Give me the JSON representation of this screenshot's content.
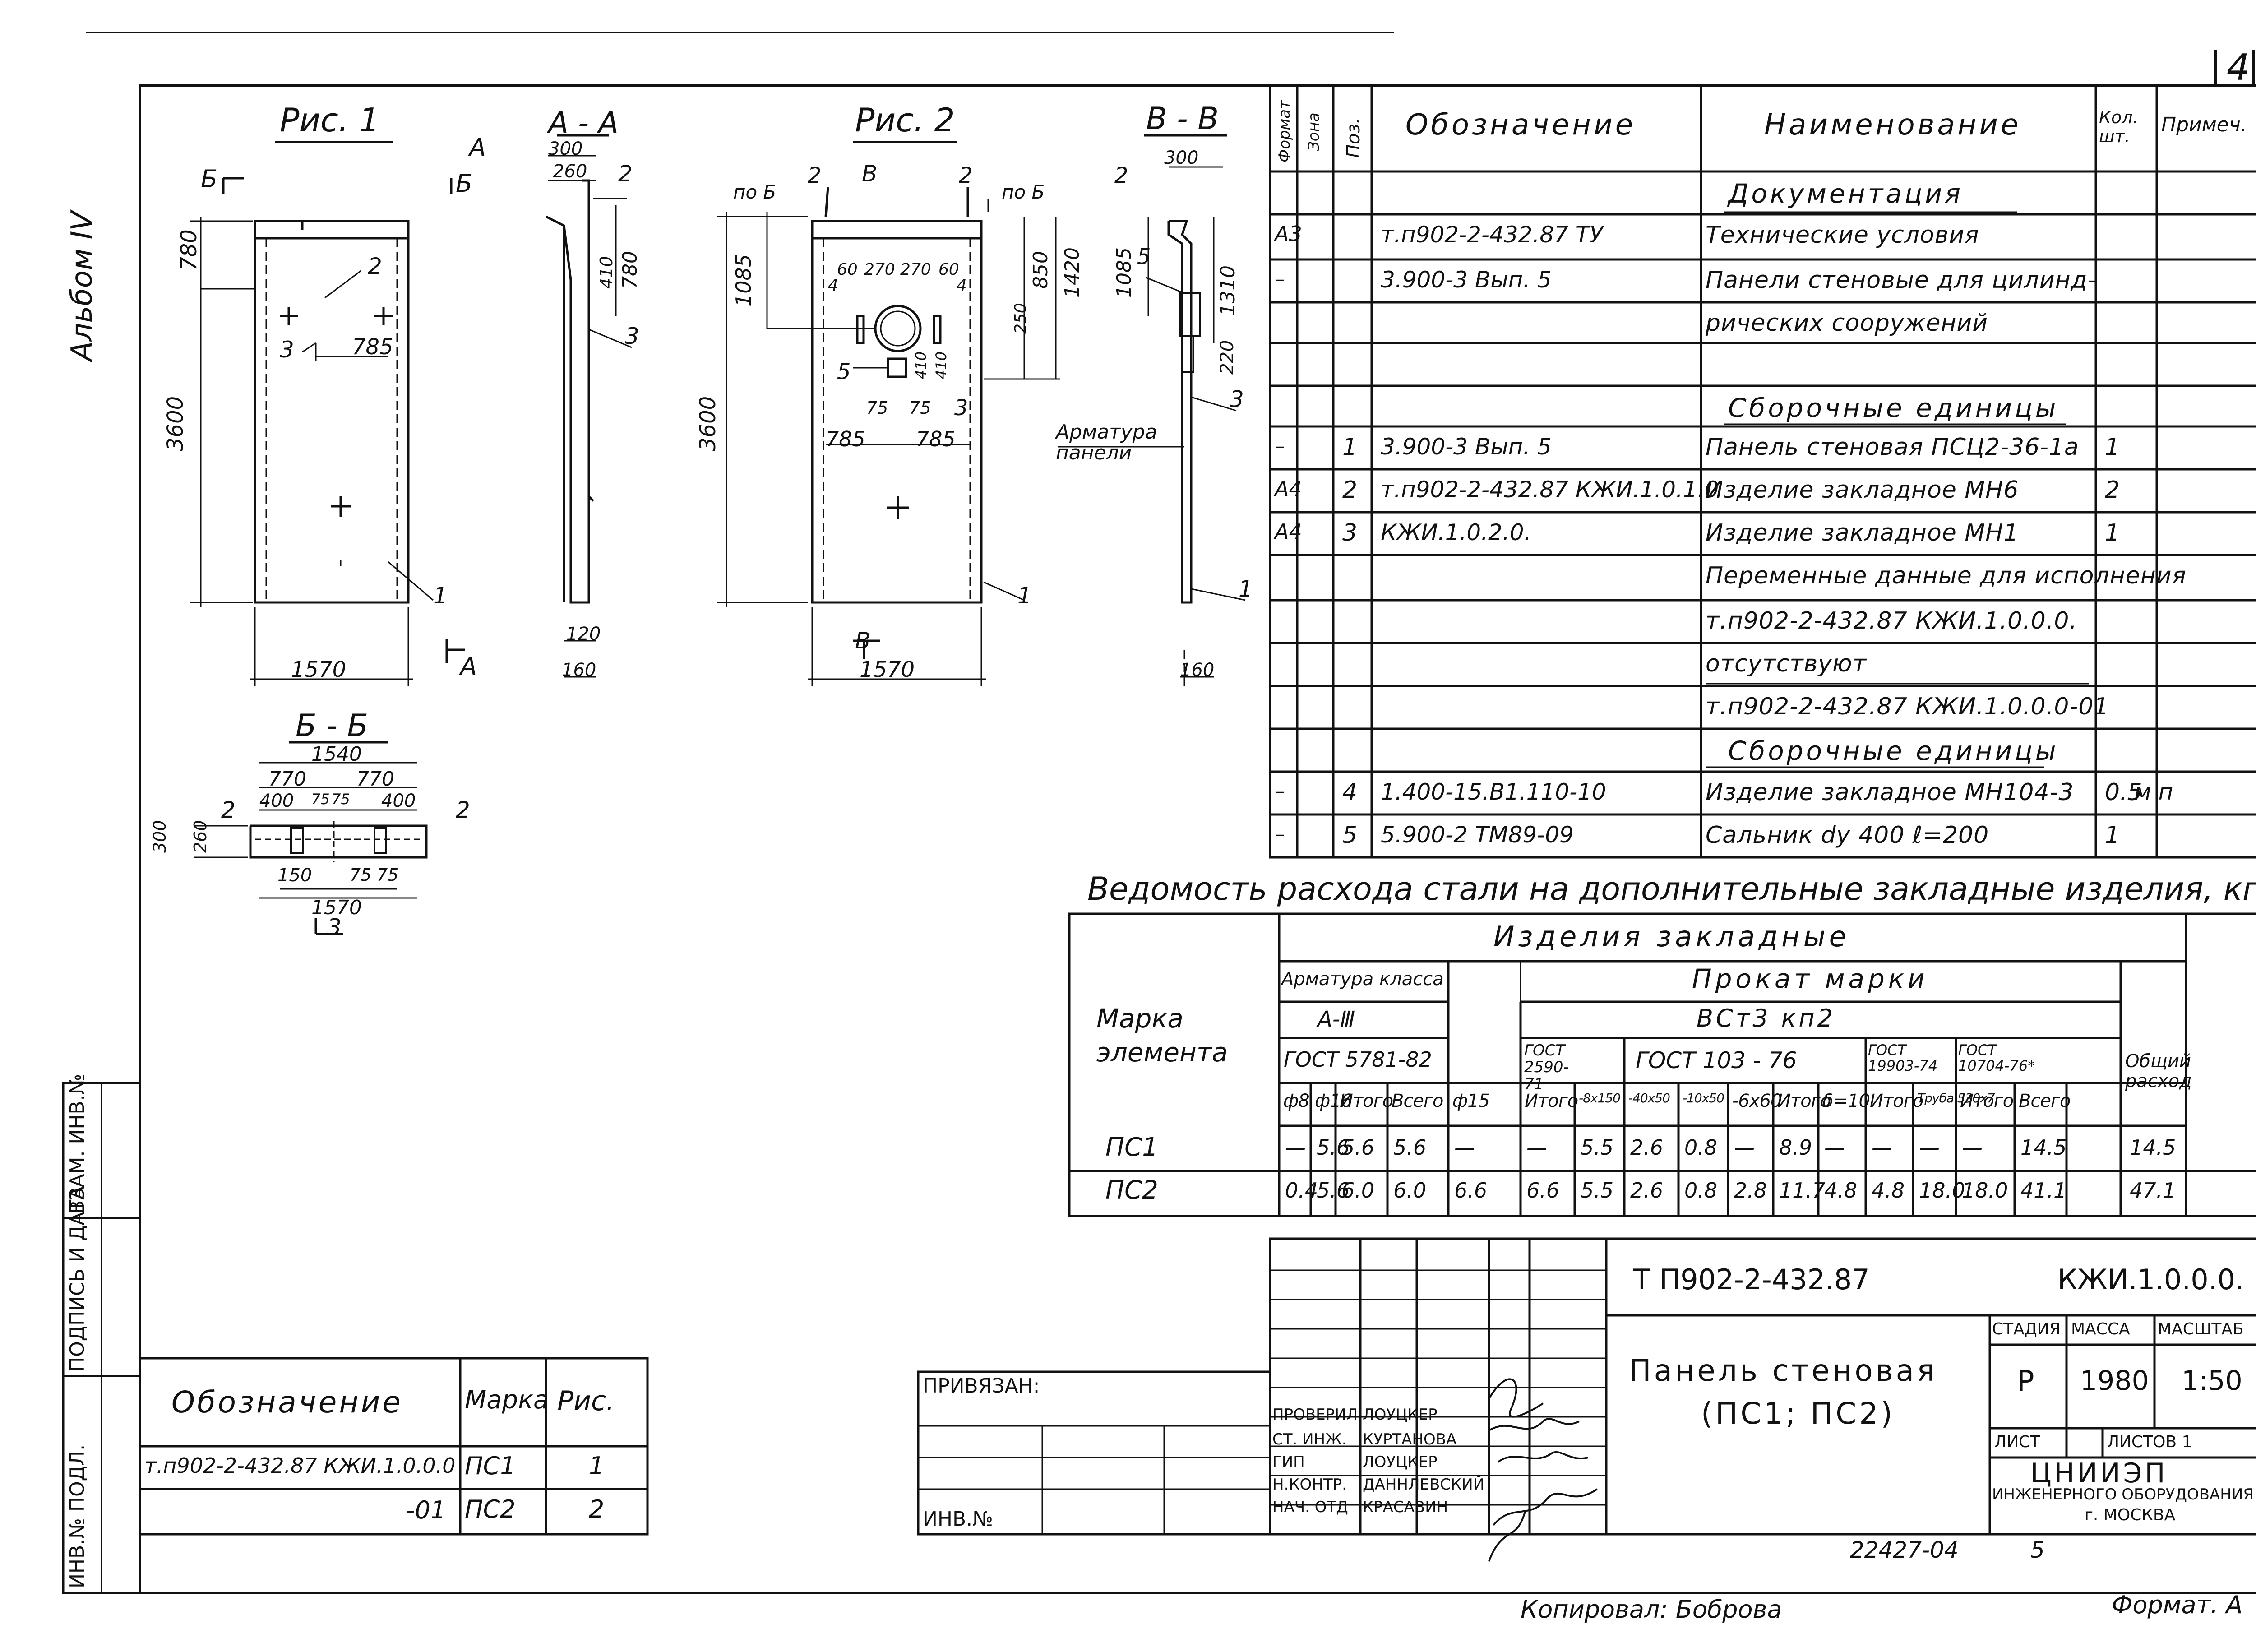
{
  "sheet": {
    "sheet_number": "4",
    "album": "Альбом IV",
    "format_label": "Формат. А",
    "copied_by": "Копировал: Боброва",
    "doc_number": "22427-04",
    "doc_suffix": "5"
  },
  "figures": {
    "fig1": {
      "title": "Рис. 1",
      "dims": [
        "780",
        "3600",
        "1570",
        "785"
      ],
      "callouts": [
        "2",
        "3",
        "1"
      ],
      "section_marks": [
        "Б",
        "Б",
        "А",
        "А"
      ]
    },
    "section_aa": {
      "title": "А - А",
      "dims": [
        "300",
        "260",
        "410",
        "780",
        "120",
        "160"
      ],
      "callouts": [
        "2",
        "3"
      ]
    },
    "fig2": {
      "title": "Рис. 2",
      "dims": [
        "1085",
        "3600",
        "850",
        "1420",
        "250",
        "60",
        "270",
        "270",
        "60",
        "4",
        "4",
        "785",
        "785",
        "75",
        "75",
        "1570",
        "410",
        "410"
      ],
      "callouts": [
        "2",
        "2",
        "5",
        "3",
        "1"
      ],
      "section_marks": [
        "по Б",
        "по Б",
        "В",
        "В"
      ]
    },
    "section_bb_v": {
      "title": "В - В",
      "dims": [
        "300",
        "1085",
        "1310",
        "220",
        "160"
      ],
      "callouts": [
        "2",
        "5",
        "3",
        "1"
      ],
      "note": "Арматура панели"
    },
    "section_bb": {
      "title": "Б - Б",
      "dims": [
        "1540",
        "770",
        "770",
        "400",
        "75",
        "75",
        "400",
        "300",
        "260",
        "150",
        "75",
        "75",
        "1570"
      ],
      "callouts": [
        "2",
        "2",
        "3"
      ]
    }
  },
  "spec_table": {
    "headers": [
      "Формат",
      "Зона",
      "Поз.",
      "Обозначение",
      "Наименование",
      "Кол. шт.",
      "Примеч."
    ],
    "rows": [
      {
        "format": "",
        "pos": "",
        "designation": "",
        "name": "Документация",
        "qty": "",
        "note": "",
        "heading": true
      },
      {
        "format": "А3",
        "pos": "",
        "designation": "т.п902-2-432.87        ТУ",
        "name": "Технические условия",
        "qty": "",
        "note": ""
      },
      {
        "format": "–",
        "pos": "",
        "designation": "3.900-3 Вып. 5",
        "name": "Панели стеновые для цилинд-",
        "qty": "",
        "note": ""
      },
      {
        "format": "",
        "pos": "",
        "designation": "",
        "name": "рических сооружений",
        "qty": "",
        "note": ""
      },
      {
        "format": "",
        "pos": "",
        "designation": "",
        "name": "",
        "qty": "",
        "note": ""
      },
      {
        "format": "",
        "pos": "",
        "designation": "",
        "name": "Сборочные единицы",
        "qty": "",
        "note": "",
        "heading": true
      },
      {
        "format": "–",
        "pos": "1",
        "designation": "3.900-3 Вып. 5",
        "name": "Панель стеновая ПСЦ2-36-1а",
        "qty": "1",
        "note": ""
      },
      {
        "format": "А4",
        "pos": "2",
        "designation": "т.п902-2-432.87 КЖИ.1.0.1.0",
        "name": "Изделие закладное МН6",
        "qty": "2",
        "note": ""
      },
      {
        "format": "А4",
        "pos": "3",
        "designation": "КЖИ.1.0.2.0.",
        "name": "Изделие закладное МН1",
        "qty": "1",
        "note": ""
      },
      {
        "format": "",
        "pos": "",
        "designation": "",
        "name": "Переменные данные для исполнения",
        "qty": "",
        "note": ""
      },
      {
        "format": "",
        "pos": "",
        "designation": "",
        "name": "т.п902-2-432.87   КЖИ.1.0.0.0.",
        "qty": "",
        "note": ""
      },
      {
        "format": "",
        "pos": "",
        "designation": "",
        "name": "отсутствуют",
        "qty": "",
        "note": ""
      },
      {
        "format": "",
        "pos": "",
        "designation": "",
        "name": "т.п902-2-432.87   КЖИ.1.0.0.0-01",
        "qty": "",
        "note": ""
      },
      {
        "format": "",
        "pos": "",
        "designation": "",
        "name": "Сборочные единицы",
        "qty": "",
        "note": "",
        "heading": true
      },
      {
        "format": "–",
        "pos": "4",
        "designation": "1.400-15.В1.110-10",
        "name": "Изделие закладное МН104-3",
        "qty": "0.5",
        "note": "м п"
      },
      {
        "format": "–",
        "pos": "5",
        "designation": "5.900-2 ТМ89-09",
        "name": "Сальник dy 400  ℓ=200",
        "qty": "1",
        "note": ""
      }
    ]
  },
  "steel_table": {
    "title": "Ведомость расхода стали на дополнительные закладные изделия, кг.",
    "header_mark": "Марка элемента",
    "header_group": "Изделия закладные",
    "header_rebar": "Арматура класса",
    "header_rebar_class": "А-Ⅲ",
    "header_rebar_gost": "ГОСТ 5781-82",
    "header_rolled": "Прокат марки",
    "header_rolled_grade": "ВСт3 кп2",
    "header_gost1": "ГОСТ 2590-71",
    "header_gost2": "ГОСТ 103 - 76",
    "header_gost3": "ГОСТ 19903-74",
    "header_gost4": "ГОСТ 10704-76*",
    "header_total": "Общий расход",
    "cols": [
      "ф8",
      "ф16",
      "Итого",
      "Всего",
      "ф15",
      "Итого",
      "-8x150",
      "-40x50",
      "-10x50",
      "-6x60",
      "Итого",
      "δ=10",
      "Итого",
      "Труба 530x7",
      "Итого",
      "Всего"
    ],
    "rows": [
      {
        "mark": "ПС1",
        "values": [
          "—",
          "5.6",
          "5.6",
          "5.6",
          "—",
          "—",
          "5.5",
          "2.6",
          "0.8",
          "—",
          "8.9",
          "—",
          "—",
          "—",
          "—",
          "14.5"
        ],
        "total": "14.5"
      },
      {
        "mark": "ПС2",
        "values": [
          "0.4",
          "5.6",
          "6.0",
          "6.0",
          "6.6",
          "6.6",
          "5.5",
          "2.6",
          "0.8",
          "2.8",
          "11.7",
          "4.8",
          "4.8",
          "18.0",
          "18.0",
          "41.1"
        ],
        "total": "47.1"
      }
    ]
  },
  "marks_table": {
    "headers": [
      "Обозначение",
      "Марка",
      "Рис."
    ],
    "rows": [
      {
        "designation": "т.п902-2-432.87 КЖИ.1.0.0.0",
        "mark": "ПС1",
        "fig": "1"
      },
      {
        "designation": "-01",
        "mark": "ПС2",
        "fig": "2"
      }
    ]
  },
  "title_block": {
    "project": "Т П902-2-432.87",
    "code": "КЖИ.1.0.0.0.",
    "name_line1": "Панель стеновая",
    "name_line2": "(ПС1; ПС2)",
    "stage_label": "СТАДИЯ",
    "mass_label": "МАССА",
    "scale_label": "МАСШТАБ",
    "stage": "Р",
    "mass": "1980",
    "scale": "1:50",
    "sheet_label": "ЛИСТ",
    "sheets_label": "ЛИСТОВ 1",
    "org1": "ЦНИИЭП",
    "org2": "ИНЖЕНЕРНОГО ОБОРУДОВАНИЯ",
    "org3": "г. МОСКВА",
    "roles": [
      "ПРОВЕРИЛ",
      "СТ. ИНЖ.",
      "ГИП",
      "Н.КОНТР.",
      "НАЧ. ОТД"
    ],
    "names": [
      "ЛОУЦКЕР",
      "КУРТАНОВА",
      "ЛОУЦКЕР",
      "ДАННЛЕВСКИЙ",
      "КРАСАВИН"
    ],
    "bound_label": "ПРИВЯЗАН:",
    "inv_label": "ИНВ.№"
  },
  "side_stamp": [
    "ИНВ.№ ПОДЛ.",
    "ПОДПИСЬ И ДАТА",
    "ВЗАМ. ИНВ.№"
  ]
}
